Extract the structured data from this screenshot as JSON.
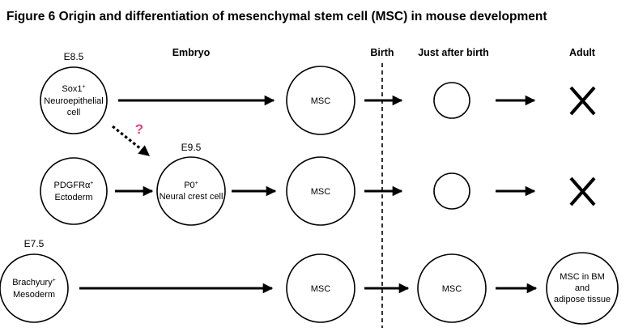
{
  "title": "Figure 6  Origin and differentiation of mesenchymal stem cell (MSC) in mouse development",
  "headers": {
    "embryo": "Embryo",
    "birth": "Birth",
    "just_after_birth": "Just after birth",
    "adult": "Adult"
  },
  "stages": {
    "e85": "E8.5",
    "e95": "E9.5",
    "e75": "E7.5"
  },
  "nodes": {
    "sox1_main": "Sox1",
    "sox1_sup": "+",
    "sox1_line2": "Neuroepithelial",
    "sox1_line3": "cell",
    "pdgfra_main": "PDGFRα",
    "pdgfra_sup": "+",
    "pdgfra_line2": "Ectoderm",
    "p0_main": "P0",
    "p0_sup": "+",
    "p0_line2": "Neural crest cell",
    "brachyury_main": "Brachyury",
    "brachyury_sup": "+",
    "brachyury_line2": "Mesoderm",
    "msc": "MSC",
    "adult_line1": "MSC in BM",
    "adult_line2": "and",
    "adult_line3": "adipose tissue"
  },
  "question_mark": "?",
  "colors": {
    "question_mark": "#e8457a",
    "lines": "#000000"
  },
  "icons": {
    "extinct_marker": "cross-icon"
  }
}
